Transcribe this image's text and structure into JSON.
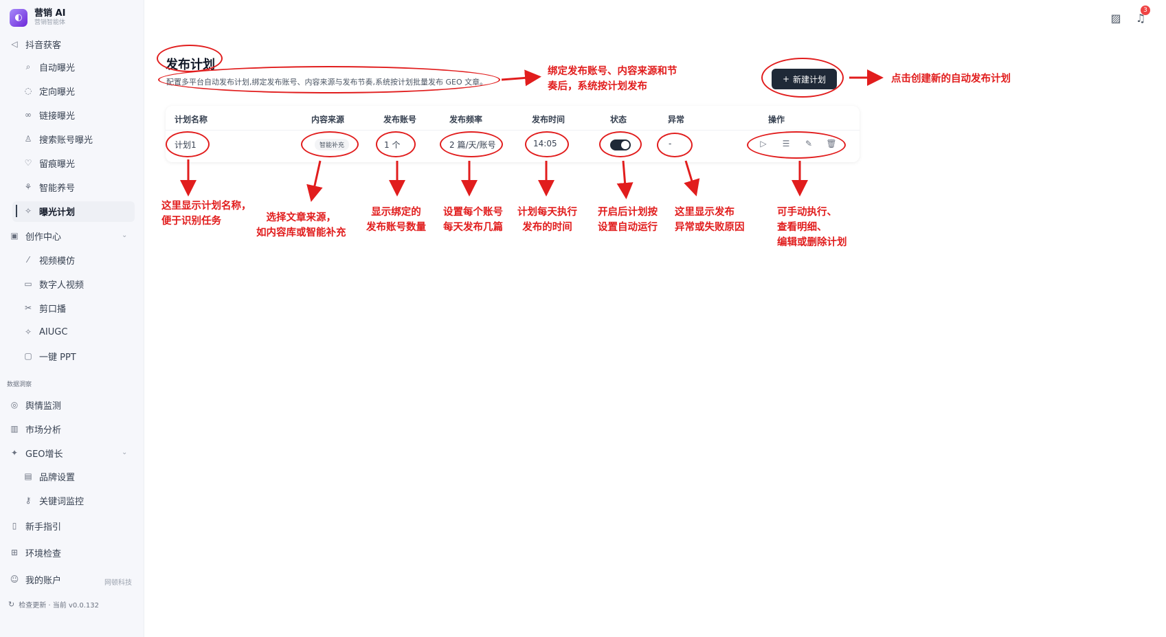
{
  "brand": {
    "title": "营销 AI",
    "subtitle": "营销智能体",
    "logo_icon": "logo-icon"
  },
  "sidebar": {
    "douyin": {
      "label": "抖音获客",
      "items": [
        {
          "label": "自动曝光",
          "icon": "search-icon"
        },
        {
          "label": "定向曝光",
          "icon": "target-icon"
        },
        {
          "label": "链接曝光",
          "icon": "link-icon"
        },
        {
          "label": "搜索账号曝光",
          "icon": "user-icon"
        },
        {
          "label": "留痕曝光",
          "icon": "heart-icon"
        },
        {
          "label": "智能养号",
          "icon": "sprout-icon"
        },
        {
          "label": "曝光计划",
          "icon": "sparkle-icon"
        }
      ]
    },
    "creation": {
      "label": "创作中心",
      "items": [
        {
          "label": "视频模仿",
          "icon": "wand-icon"
        },
        {
          "label": "数字人视频",
          "icon": "camera-icon"
        },
        {
          "label": "剪口播",
          "icon": "scissors-icon"
        },
        {
          "label": "AIUGC",
          "icon": "sparkle-icon"
        },
        {
          "label": "一键 PPT",
          "icon": "monitor-icon"
        }
      ]
    },
    "group_label": "数据洞察",
    "insight": [
      {
        "label": "舆情监测",
        "icon": "radar-icon"
      },
      {
        "label": "市场分析",
        "icon": "bar-chart-icon"
      }
    ],
    "geo": {
      "label": "GEO增长",
      "items": [
        {
          "label": "品牌设置",
          "icon": "building-icon"
        },
        {
          "label": "关键词监控",
          "icon": "key-icon"
        }
      ]
    },
    "guide": "新手指引",
    "env": "环境检查",
    "account": "我的账户",
    "account_tag": "网顿科技",
    "version": "检查更新 · 当前 v0.0.132"
  },
  "topbar": {
    "notification_count": "3"
  },
  "page": {
    "title": "发布计划",
    "description": "配置多平台自动发布计划,绑定发布账号、内容来源与发布节奏,系统按计划批量发布 GEO 文章。",
    "new_button": "新建计划"
  },
  "table": {
    "headers": [
      "计划名称",
      "内容来源",
      "发布账号",
      "发布频率",
      "发布时间",
      "状态",
      "异常",
      "操作"
    ],
    "rows": [
      {
        "name": "计划1",
        "source": "智能补充",
        "accounts": "1 个",
        "frequency": "2 篇/天/账号",
        "time": "14:05",
        "enabled": true,
        "error": "-"
      }
    ]
  },
  "annotations": {
    "desc": "绑定发布账号、内容来源和节\n奏后，系统按计划发布",
    "btn": "点击创建新的自动发布计划",
    "name": "这里显示计划名称，\n便于识别任务",
    "source": "选择文章来源，\n如内容库或智能补充",
    "accounts": "显示绑定的\n发布账号数量",
    "frequency": "设置每个账号\n每天发布几篇",
    "time": "计划每天执行\n发布的时间",
    "status": "开启后计划按\n设置自动运行",
    "error": "这里显示发布\n异常或失败原因",
    "actions": "可手动执行、\n查看明细、\n编辑或删除计划"
  },
  "colors": {
    "annotation": "#e11d1d",
    "primary_button": "#1f2937",
    "sidebar_bg": "#f6f7fb"
  }
}
